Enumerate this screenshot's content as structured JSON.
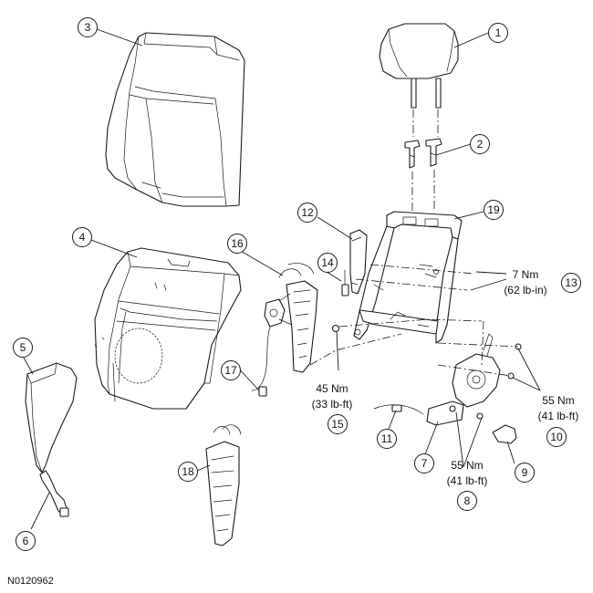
{
  "diagram": {
    "figure_code": "N0120962",
    "callouts": [
      "1",
      "2",
      "3",
      "4",
      "5",
      "6",
      "7",
      "8",
      "9",
      "10",
      "11",
      "12",
      "13",
      "14",
      "15",
      "16",
      "17",
      "18",
      "19"
    ],
    "torque_specs": [
      {
        "id": "13",
        "metric": "7 Nm",
        "imperial": "(62 lb-in)"
      },
      {
        "id": "15",
        "metric": "45 Nm",
        "imperial": "(33 lb-ft)"
      },
      {
        "id": "10",
        "metric": "55 Nm",
        "imperial": "(41 lb-ft)"
      },
      {
        "id": "8",
        "metric": "55 Nm",
        "imperial": "(41 lb-ft)"
      }
    ]
  }
}
